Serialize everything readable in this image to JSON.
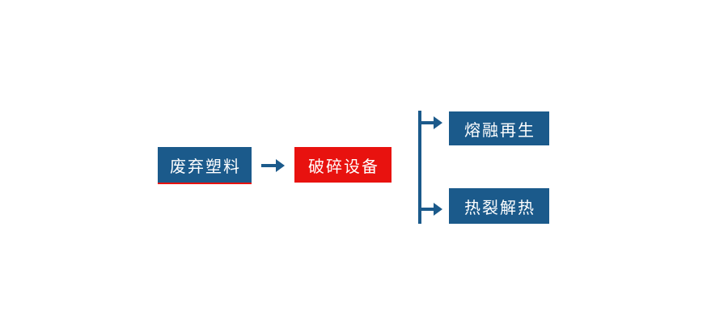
{
  "colors": {
    "blue": "#1B5A8B",
    "red": "#E8120F",
    "text": "#FFFFFF",
    "background": "#FFFFFF"
  },
  "diagram": {
    "type": "flowchart",
    "nodes": {
      "waste_plastic": {
        "label": "废弃塑料",
        "style": "blue-with-red-underline"
      },
      "crushing_equipment": {
        "label": "破碎设备",
        "style": "red"
      },
      "melt_regeneration": {
        "label": "熔融再生",
        "style": "blue"
      },
      "pyrolysis_heat": {
        "label": "热裂解热",
        "style": "blue"
      }
    },
    "connections": [
      {
        "from": "waste_plastic",
        "to": "crushing_equipment",
        "kind": "arrow-right"
      },
      {
        "from": "branch-line",
        "to": "melt_regeneration",
        "kind": "arrow-right"
      },
      {
        "from": "branch-line",
        "to": "pyrolysis_heat",
        "kind": "arrow-right"
      }
    ]
  }
}
